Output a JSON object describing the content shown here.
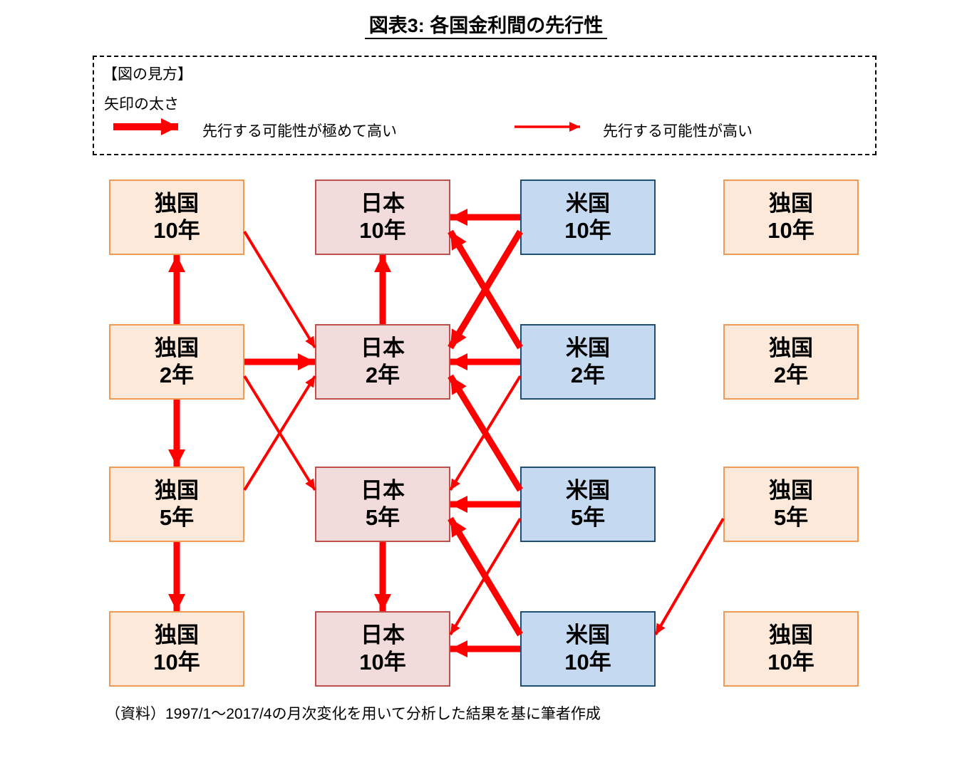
{
  "title": "図表3:  各国金利間の先行性",
  "legend": {
    "heading": "【図の見方】",
    "subheading": "矢印の太さ",
    "thick_label": "先行する可能性が極めて高い",
    "thin_label": "先行する可能性が高い"
  },
  "caption": "（資料）1997/1～2017/4の月次変化を用いて分析した結果を基に筆者作成",
  "colors": {
    "arrow": "#FF0000",
    "germany_fill": "#FCE9DA",
    "germany_border": "#ED9B57",
    "japan_fill": "#F2DCDB",
    "japan_border": "#C0504D",
    "us_fill": "#C5D9F1",
    "us_border": "#1F4E79",
    "text": "#000000"
  },
  "diagram": {
    "boxes": [
      {
        "id": "de-l-10a",
        "col": 0,
        "row": 0,
        "country": "独国",
        "tenor": "10年",
        "style": "germany"
      },
      {
        "id": "de-l-2",
        "col": 0,
        "row": 1,
        "country": "独国",
        "tenor": "2年",
        "style": "germany"
      },
      {
        "id": "de-l-5",
        "col": 0,
        "row": 2,
        "country": "独国",
        "tenor": "5年",
        "style": "germany"
      },
      {
        "id": "de-l-10b",
        "col": 0,
        "row": 3,
        "country": "独国",
        "tenor": "10年",
        "style": "germany"
      },
      {
        "id": "jp-10a",
        "col": 1,
        "row": 0,
        "country": "日本",
        "tenor": "10年",
        "style": "japan"
      },
      {
        "id": "jp-2",
        "col": 1,
        "row": 1,
        "country": "日本",
        "tenor": "2年",
        "style": "japan"
      },
      {
        "id": "jp-5",
        "col": 1,
        "row": 2,
        "country": "日本",
        "tenor": "5年",
        "style": "japan"
      },
      {
        "id": "jp-10b",
        "col": 1,
        "row": 3,
        "country": "日本",
        "tenor": "10年",
        "style": "japan"
      },
      {
        "id": "us-10a",
        "col": 2,
        "row": 0,
        "country": "米国",
        "tenor": "10年",
        "style": "us"
      },
      {
        "id": "us-2",
        "col": 2,
        "row": 1,
        "country": "米国",
        "tenor": "2年",
        "style": "us"
      },
      {
        "id": "us-5",
        "col": 2,
        "row": 2,
        "country": "米国",
        "tenor": "5年",
        "style": "us"
      },
      {
        "id": "us-10b",
        "col": 2,
        "row": 3,
        "country": "米国",
        "tenor": "10年",
        "style": "us"
      },
      {
        "id": "de-r-10a",
        "col": 3,
        "row": 0,
        "country": "独国",
        "tenor": "10年",
        "style": "germany"
      },
      {
        "id": "de-r-2",
        "col": 3,
        "row": 1,
        "country": "独国",
        "tenor": "2年",
        "style": "germany"
      },
      {
        "id": "de-r-5",
        "col": 3,
        "row": 2,
        "country": "独国",
        "tenor": "5年",
        "style": "germany"
      },
      {
        "id": "de-r-10b",
        "col": 3,
        "row": 3,
        "country": "独国",
        "tenor": "10年",
        "style": "germany"
      }
    ],
    "arrows": [
      {
        "from": "de-l-2",
        "to": "de-l-10a",
        "weight": "thick"
      },
      {
        "from": "de-l-2",
        "to": "de-l-5",
        "weight": "thick"
      },
      {
        "from": "de-l-5",
        "to": "de-l-10b",
        "weight": "thick"
      },
      {
        "from": "jp-2",
        "to": "jp-10a",
        "weight": "thick"
      },
      {
        "from": "jp-5",
        "to": "jp-10b",
        "weight": "thick"
      },
      {
        "from": "de-l-10a",
        "to": "jp-2",
        "weight": "thin"
      },
      {
        "from": "de-l-2",
        "to": "jp-2",
        "weight": "thick"
      },
      {
        "from": "de-l-2",
        "to": "jp-5",
        "weight": "thin"
      },
      {
        "from": "de-l-5",
        "to": "jp-2",
        "weight": "thin"
      },
      {
        "from": "us-10a",
        "to": "jp-10a",
        "weight": "thick"
      },
      {
        "from": "us-10a",
        "to": "jp-2",
        "weight": "thick"
      },
      {
        "from": "us-2",
        "to": "jp-10a",
        "weight": "thick"
      },
      {
        "from": "us-2",
        "to": "jp-2",
        "weight": "thick"
      },
      {
        "from": "us-2",
        "to": "jp-5",
        "weight": "thin"
      },
      {
        "from": "us-5",
        "to": "jp-2",
        "weight": "thick"
      },
      {
        "from": "us-5",
        "to": "jp-5",
        "weight": "thick"
      },
      {
        "from": "us-5",
        "to": "jp-10b",
        "weight": "thin"
      },
      {
        "from": "us-10b",
        "to": "jp-5",
        "weight": "thick"
      },
      {
        "from": "us-10b",
        "to": "jp-10b",
        "weight": "thick"
      },
      {
        "from": "de-r-5",
        "to": "us-10b",
        "weight": "thin"
      }
    ]
  }
}
